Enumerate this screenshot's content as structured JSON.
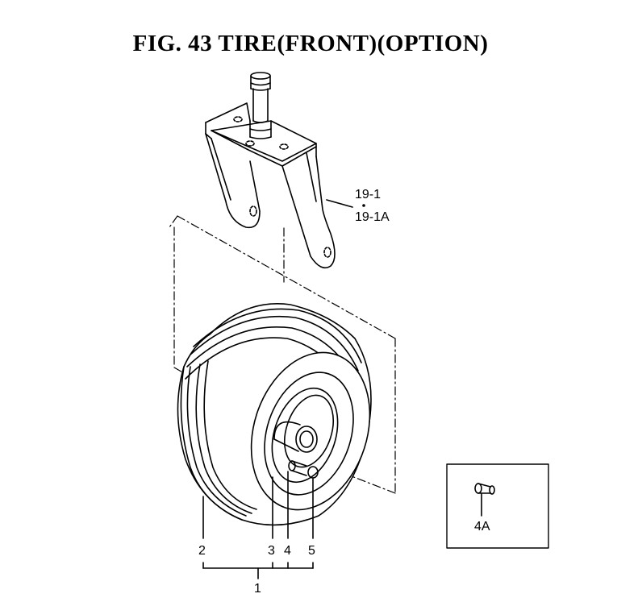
{
  "title": "FIG. 43  TIRE(FRONT)(OPTION)",
  "labels": {
    "fork_a": "19-1",
    "fork_b": "19-1A",
    "tire": "2",
    "rim": "3",
    "valve": "4",
    "cap": "5",
    "assembly": "1",
    "valve_alt": "4A"
  },
  "colors": {
    "line": "#000000",
    "background": "#ffffff"
  }
}
